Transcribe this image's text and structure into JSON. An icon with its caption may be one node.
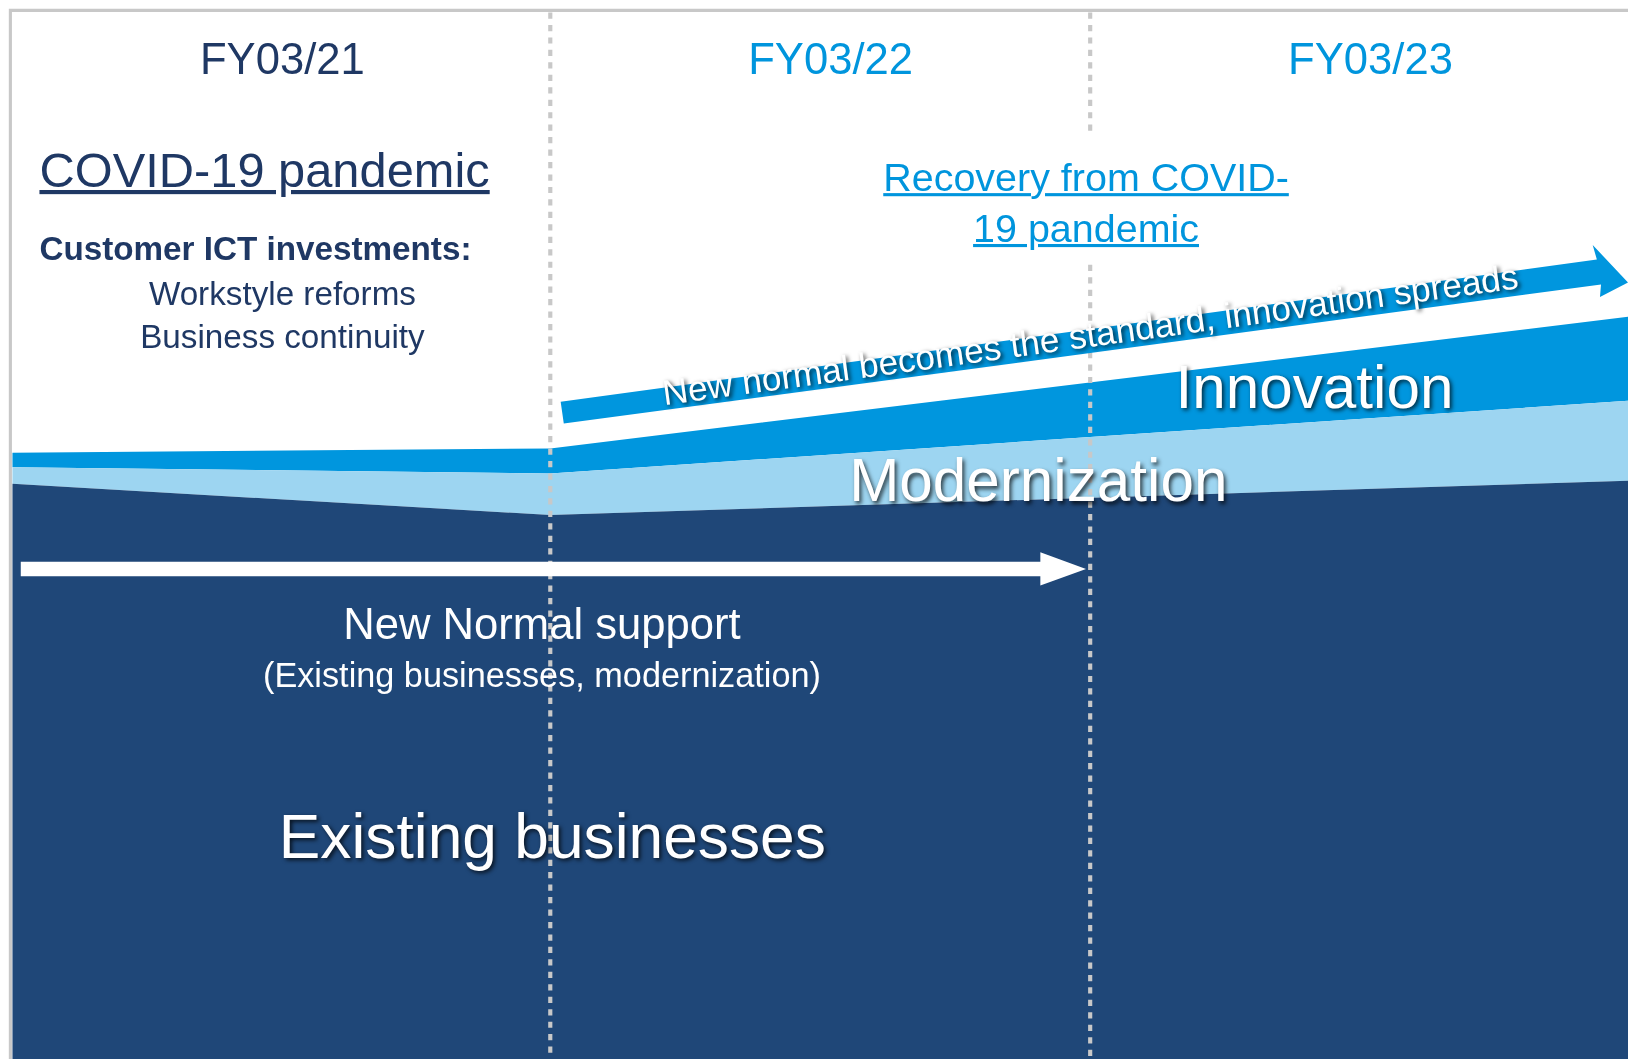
{
  "diagram": {
    "labels": [
      "FY03/21",
      "FY03/22",
      "FY03/23",
      "COVID-19 pandemic",
      "Customer ICT investments:",
      "Workstyle reforms Business continuity",
      "Recovery from COVID-19 pandemic",
      "New normal becomes the standard, innovation spreads",
      "Innovation",
      "Modernization",
      "New Normal support",
      "(Existing businesses, modernization)",
      "Existing businesses"
    ]
  }
}
